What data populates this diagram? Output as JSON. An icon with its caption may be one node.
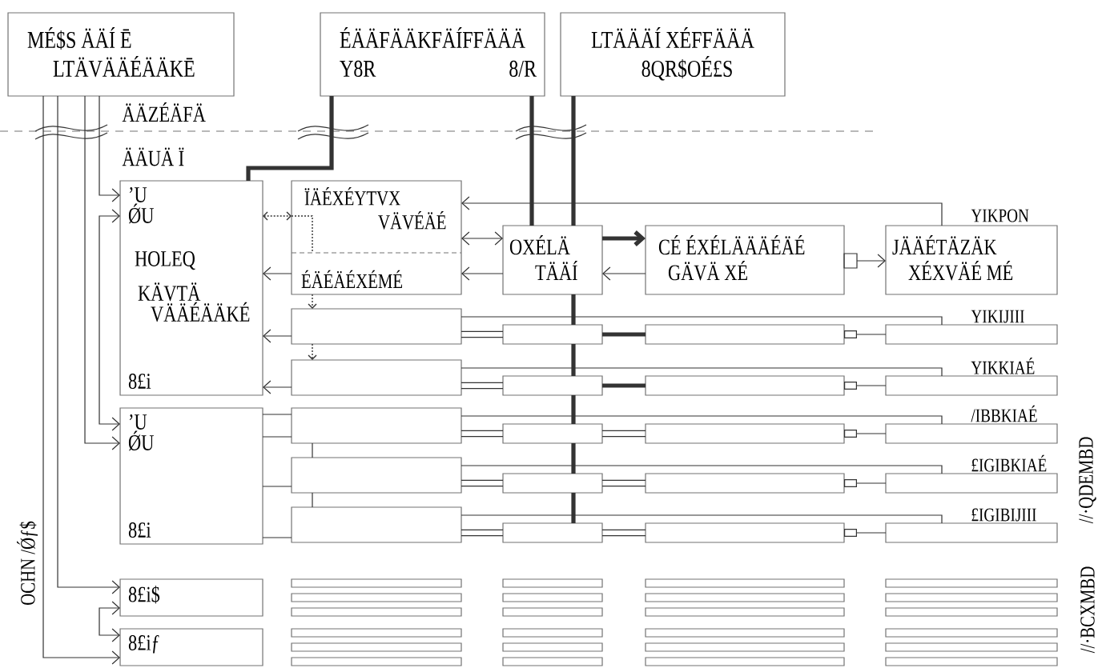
{
  "diagram": {
    "nodes": [
      {
        "text": [
          "MÉ$S ÄÄÍ Ē LTÄVÄÄÉÄÄKĒ"
        ]
      },
      {
        "text": [
          "ÉÄÄFÄÄKFÄÍFFÄÄÄ",
          "Y8R",
          "8/R"
        ]
      },
      {
        "text": [
          "LTÄÄÄÍ XÉFFÄÄÄ",
          "8QR$OÉ£S"
        ]
      },
      {
        "text": [
          "’U",
          "ǾU",
          "HOLEQ",
          "KÄVTÄ VÄÄÉÄÄKÉ",
          "8£i"
        ]
      },
      {
        "text": [
          "ÏÄÉXÉYTVX VÄVÉÄÉ",
          "ÉÄÉÄÉXÉMÉ"
        ]
      },
      {
        "text": [
          "OXÉLÄ TÄÄÍ"
        ]
      },
      {
        "text": [
          "CÉ ÉXÉLÄÄÄÉÄÉ GÄVÄ XÉ"
        ]
      },
      {
        "text": [
          "JÄÄÉTÄZÄK XÉXVÄÉ MÉ"
        ],
        "beside": [
          "YIKPON"
        ]
      },
      {
        "text": [],
        "shape": "bar"
      },
      {
        "text": [],
        "shape": "bar"
      },
      {
        "text": [],
        "shape": "bar"
      },
      {
        "text": [],
        "shape": "bar",
        "beside": [
          "YIKIJIII"
        ]
      },
      {
        "text": [],
        "shape": "bar"
      },
      {
        "text": [],
        "shape": "bar"
      },
      {
        "text": [],
        "shape": "bar"
      },
      {
        "text": [],
        "shape": "bar",
        "beside": [
          "YIKKIAÉ"
        ]
      },
      {
        "text": [
          "’U",
          "ǾU",
          "8£i"
        ]
      },
      {
        "text": [],
        "shape": "bar"
      },
      {
        "text": [],
        "shape": "bar"
      },
      {
        "text": [],
        "shape": "bar"
      },
      {
        "text": [],
        "shape": "bar",
        "beside": [
          "/IBBKIAÉ"
        ]
      },
      {
        "text": [],
        "shape": "bar"
      },
      {
        "text": [],
        "shape": "bar"
      },
      {
        "text": [],
        "shape": "bar"
      },
      {
        "text": [],
        "shape": "bar",
        "beside": [
          "£IGIBKIAÉ"
        ]
      },
      {
        "text": [],
        "shape": "bar"
      },
      {
        "text": [],
        "shape": "bar"
      },
      {
        "text": [],
        "shape": "bar"
      },
      {
        "text": [],
        "shape": "bar",
        "beside": [
          "£IGIBIJIII"
        ]
      },
      {
        "text": [
          "8£i$"
        ]
      },
      {
        "text": [
          "8£iƒ"
        ]
      }
    ],
    "edges": [
      {
        "from": 0,
        "to": 3,
        "arrow": "to"
      },
      {
        "from": 3,
        "to": 16,
        "arrow": "both"
      },
      {
        "from": 0,
        "to": 16,
        "arrow": "to"
      },
      {
        "from": 0,
        "to": 29,
        "arrow": "to"
      },
      {
        "from": 29,
        "to": 30,
        "arrow": "both"
      },
      {
        "from": 0,
        "to": 30,
        "arrow": "to"
      },
      {
        "from": 1,
        "to": 3,
        "arrow": "none",
        "style": "thick"
      },
      {
        "from": 3,
        "to": 4,
        "arrow": "both",
        "style": "dashed"
      },
      {
        "from": 4,
        "to": 3,
        "arrow": "to"
      },
      {
        "from": 8,
        "to": 3,
        "arrow": "to"
      },
      {
        "from": 12,
        "to": 3,
        "arrow": "to"
      },
      {
        "from": 7,
        "to": 4,
        "arrow": "to"
      },
      {
        "from": 4,
        "to": 5,
        "arrow": "both"
      },
      {
        "from": 5,
        "to": 4,
        "arrow": "to"
      },
      {
        "from": 1,
        "to": 5,
        "arrow": "none",
        "style": "thick"
      },
      {
        "from": 2,
        "to": 5,
        "arrow": "none",
        "style": "thick"
      },
      {
        "from": 5,
        "to": 6,
        "arrow": "to",
        "style": "thick"
      },
      {
        "from": 6,
        "to": 5,
        "arrow": "to"
      },
      {
        "from": 6,
        "to": 7,
        "arrow": "to"
      },
      {
        "from": 4,
        "to": 8,
        "arrow": "to",
        "style": "dashed"
      },
      {
        "from": 8,
        "to": 12,
        "arrow": "to",
        "style": "dashed"
      },
      {
        "from": 5,
        "to": 9,
        "arrow": "none",
        "style": "thick"
      },
      {
        "from": 9,
        "to": 13,
        "arrow": "none",
        "style": "thick"
      },
      {
        "from": 13,
        "to": 18,
        "arrow": "none",
        "style": "thick"
      },
      {
        "from": 18,
        "to": 22,
        "arrow": "none",
        "style": "thick"
      },
      {
        "from": 22,
        "to": 26,
        "arrow": "none",
        "style": "thick"
      },
      {
        "from": 8,
        "to": 9,
        "arrow": "none"
      },
      {
        "from": 8,
        "to": 9,
        "arrow": "none"
      },
      {
        "from": 9,
        "to": 10,
        "arrow": "none",
        "style": "thick"
      },
      {
        "from": 10,
        "to": 11,
        "arrow": "other"
      },
      {
        "from": 8,
        "to": 11,
        "arrow": "none"
      },
      {
        "from": 12,
        "to": 13,
        "arrow": "none"
      },
      {
        "from": 12,
        "to": 13,
        "arrow": "none"
      },
      {
        "from": 13,
        "to": 14,
        "arrow": "none",
        "style": "thick"
      },
      {
        "from": 14,
        "to": 15,
        "arrow": "other"
      },
      {
        "from": 12,
        "to": 15,
        "arrow": "none"
      },
      {
        "from": 17,
        "to": 18,
        "arrow": "none"
      },
      {
        "from": 17,
        "to": 18,
        "arrow": "none"
      },
      {
        "from": 18,
        "to": 19,
        "arrow": "none"
      },
      {
        "from": 18,
        "to": 19,
        "arrow": "none"
      },
      {
        "from": 19,
        "to": 20,
        "arrow": "other"
      },
      {
        "from": 17,
        "to": 20,
        "arrow": "none"
      },
      {
        "from": 21,
        "to": 22,
        "arrow": "none"
      },
      {
        "from": 21,
        "to": 22,
        "arrow": "none"
      },
      {
        "from": 22,
        "to": 23,
        "arrow": "none"
      },
      {
        "from": 22,
        "to": 23,
        "arrow": "none"
      },
      {
        "from": 23,
        "to": 24,
        "arrow": "other"
      },
      {
        "from": 21,
        "to": 24,
        "arrow": "none"
      },
      {
        "from": 25,
        "to": 26,
        "arrow": "none"
      },
      {
        "from": 25,
        "to": 26,
        "arrow": "none"
      },
      {
        "from": 26,
        "to": 27,
        "arrow": "none"
      },
      {
        "from": 26,
        "to": 27,
        "arrow": "none"
      },
      {
        "from": 27,
        "to": 28,
        "arrow": "other"
      },
      {
        "from": 25,
        "to": 28,
        "arrow": "none"
      },
      {
        "from": 16,
        "to": 17,
        "arrow": "none"
      },
      {
        "from": 16,
        "to": 17,
        "arrow": "none"
      },
      {
        "from": 16,
        "to": 21,
        "arrow": "none"
      },
      {
        "from": 16,
        "to": 25,
        "arrow": "none"
      },
      {
        "from": 17,
        "to": 21,
        "arrow": "none"
      },
      {
        "from": 21,
        "to": 25,
        "arrow": "none"
      }
    ],
    "labels": [
      "ÄÄZÉÄFÄ",
      "ÄÄUÄ Ï",
      "//·QDEMBD",
      "OCHN /Ǿƒ$",
      "//·BCXMBD"
    ]
  }
}
